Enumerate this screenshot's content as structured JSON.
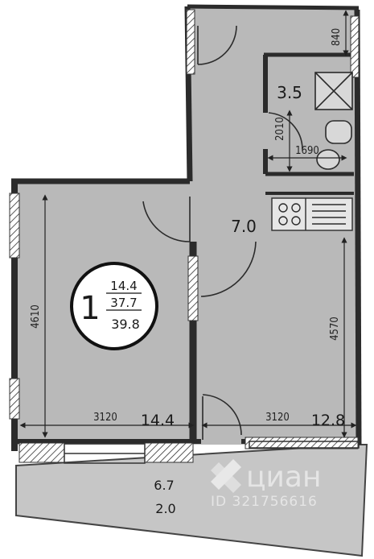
{
  "rooms": {
    "living_area": "14.4",
    "kitchen_area": "12.8",
    "hall_area": "7.0",
    "bath_area": "3.5",
    "balcony_area": "6.7",
    "balcony_reduced": "2.0"
  },
  "badge": {
    "rooms_count": "1",
    "living_total": "14.4",
    "total_area": "37.7",
    "area_with_balcony": "39.8"
  },
  "dimensions": {
    "living_width": "3120",
    "kitchen_width": "3120",
    "living_length": "4610",
    "kitchen_length": "4570",
    "bath_height": "2010",
    "bath_width": "1690",
    "top_right": "840"
  },
  "watermark": {
    "brand": "циан",
    "id_text": "ID 321756616"
  },
  "colors": {
    "floor": "#b9b9b9",
    "wall": "#2b2b2b",
    "balcony": "#c6c6c6",
    "paper": "#ffffff"
  }
}
